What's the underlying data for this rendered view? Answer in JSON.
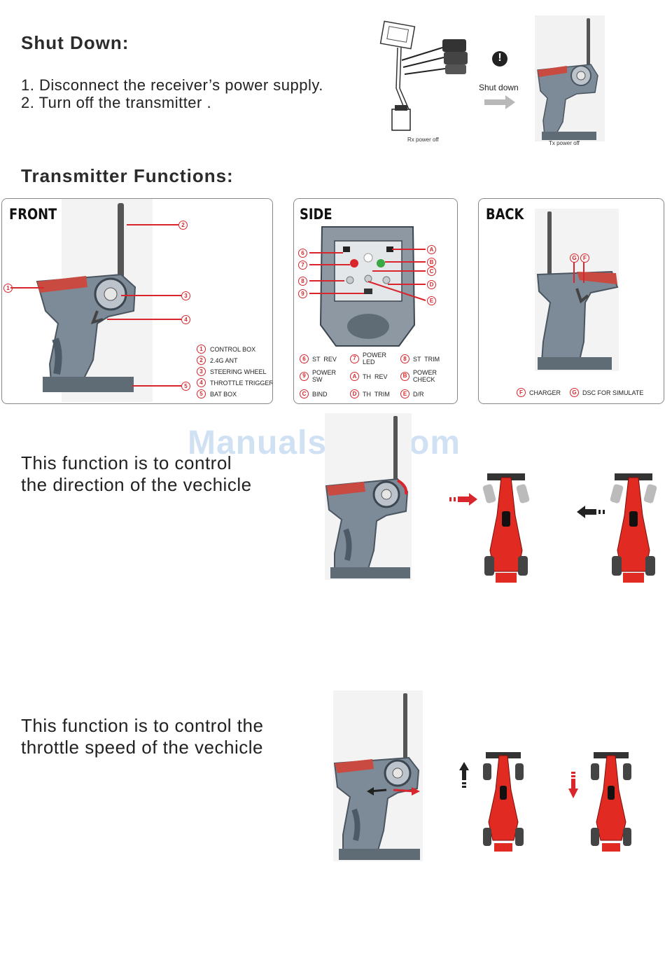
{
  "shutdown": {
    "heading": "Shut Down:",
    "steps": [
      "1. Disconnect the receiver’s power supply.",
      "2. Turn off the transmitter ."
    ],
    "rx_caption": "Rx  power  off",
    "tx_caption": "Tx  power  off",
    "arrow_label": "Shut down",
    "warning_symbol": "!"
  },
  "functions": {
    "heading": "Transmitter Functions:",
    "front": {
      "title": "FRONT",
      "callouts": [
        "1",
        "2",
        "3",
        "4",
        "5"
      ],
      "legend": [
        {
          "num": "1",
          "label": "CONTROL  BOX"
        },
        {
          "num": "2",
          "label": "2.4G  ANT"
        },
        {
          "num": "3",
          "label": "STEERING   WHEEL"
        },
        {
          "num": "4",
          "label": "THROTTLE  TRIGGER"
        },
        {
          "num": "5",
          "label": "BAT  BOX"
        }
      ]
    },
    "side": {
      "title": "SIDE",
      "callouts_left": [
        "6",
        "7",
        "8",
        "9"
      ],
      "callouts_right": [
        "A",
        "B",
        "C",
        "D",
        "E"
      ],
      "legend": [
        {
          "num": "6",
          "label": "ST  REV"
        },
        {
          "num": "7",
          "label": "POWER\nLED"
        },
        {
          "num": "8",
          "label": "ST  TRIM"
        },
        {
          "num": "9",
          "label": "POWER\nSW"
        },
        {
          "num": "A",
          "label": "TH  REV"
        },
        {
          "num": "B",
          "label": "POWER\nCHECK"
        },
        {
          "num": "C",
          "label": "BIND"
        },
        {
          "num": "D",
          "label": "TH  TRIM"
        },
        {
          "num": "E",
          "label": "D/R"
        }
      ]
    },
    "back": {
      "title": "BACK",
      "callouts": [
        "G",
        "F"
      ],
      "legend": [
        {
          "num": "F",
          "label": "CHARGER"
        },
        {
          "num": "G",
          "label": "DSC  FOR SIMULATE"
        }
      ]
    }
  },
  "steering": {
    "line1": "This function is to control",
    "line2": "the direction of the vechicle"
  },
  "throttle": {
    "line1": "This function is to control the",
    "line2": "throttle  speed  of the vechicle"
  },
  "watermark": "ManualsLib.com",
  "colors": {
    "accent_red": "#d8262c",
    "body_grey": "#7d8a97",
    "dark_grey": "#4a5560",
    "car_red": "#e02a22"
  }
}
